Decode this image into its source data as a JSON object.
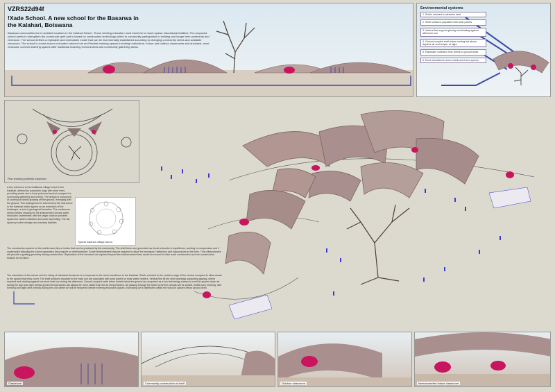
{
  "board": {
    "code": "VZRS22d94f",
    "title": "!Xade School. A new school for the Basarwa in the Kalahari, Botswana",
    "intro": "Basarwa communities live in isolated locations in the Kalahari Desert. Those seeking education must travel far to reach sparse educational facilities. The proposed school seeks to strengthen the communal spirit and is based on construction technology suited to community participation in building and longer term ownership and relevance. The school defines a replicable and extendable model that can be incrementally established according to changing community needs and available resources. The school is zoned around a shaded outdoor hub and flexible learning spaces including horticulture, indoor and outdoor classrooms and enclosed, semi-enclosed, covered learning spaces offer traditional teaching environments and community gathering areas."
  },
  "environmental_systems": {
    "title": "Environmental systems",
    "items": [
      "1. Shells oriented to minimise heat",
      "2. Shell surfaces populated with solar panels",
      "3. Vertical fins support glazing and shading against afternoon sun",
      "4. Ground-coupled earth tubes cooling fed above daytime air and temper at night",
      "5. Rainwater collection from shells to ground tanks",
      "6. Roof orientated to lower shells and trees spaces"
    ]
  },
  "plan": {
    "caption": "Plan showing potential expansion"
  },
  "village": {
    "caption": "Typical Kalahari village layout"
  },
  "texts": {
    "village_text": "A key reference is the traditional village found in the Kalahari, defined by concentric rings with elder trees providing shade and a focal point and central courtyard for community gathering and events. The design is composed of continuous shells growing off the ground, emerging with the ground. This arrangement is informed by the huts found in the Kalahari which appear as an extension of the landscape, a sort of geological formation. The continuous shell provides shading for the independent circular earth structures underneath; with the larger outdoor provides spaces for winter collection and solar harvesting. The tall spaces provide storage and sanitary facilities.",
    "construction_text": "The construction system for the shells uses tiles or bricks that can be produced by the community. The shell forms are generated as thrust networks in equilibrium, working in compression and if constructed following the correct geometry, they require no reinforcement. Some reinforcement may be required to allow for increased / deflection and inaccuracies in the form. This reinforcement will provide a guiding geometry during construction. Replication of the formwork as required beyond the reinforcement bars would be reused for later each construction and non-construction finishes for furniture.",
    "orientation_text": "The orientation of the school and the siting of individual structures is in response to the harsh conditions of the Kalahari. Shells oriented to the northern edge of the central courtyard to allow shade to the spaces that they cover. The shell surfaces exposed to the main sun are populated with solar panels or solar water heaters. Vertical fins fill the shell openings supporting glazing, where required and shading against low level heat sun during the afternoon. Ground-coupled earth tubes buried below the ground are proposed as a low technology means to cool the spaces down air during the day and night. Below ground temperatures will always be more stable than the air temperatures, air passing through the tubes is further periods will be cooled, whilst early morning, late evening and night-time periods during the cold winter air will be tempered before entering enclosed spaces. Increasing air is distributed within the school's spaces below ground level."
  },
  "bottom_views": [
    {
      "caption": "Classroom"
    },
    {
      "caption": "Community construction of shell"
    },
    {
      "caption": "Outdoor classroom"
    },
    {
      "caption": "Interconnected indoor classroom"
    }
  ],
  "colors": {
    "shell": "#a98f8d",
    "shell_dark": "#7a6462",
    "accent_magenta": "#c8155e",
    "pipe_blue": "#3a4aa8",
    "figure_blue": "#3b3ccf",
    "sand": "#dcd9cf",
    "tree": "#4a3f38"
  }
}
